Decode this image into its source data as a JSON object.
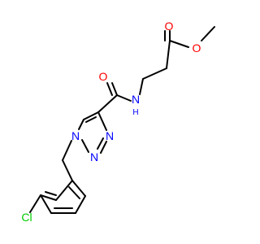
{
  "molecule": {
    "atoms": {
      "carbonyl_o_ester": {
        "text": "O",
        "color": "#FF0000"
      },
      "ester_o": {
        "text": "O",
        "color": "#FF0000"
      },
      "amide_o": {
        "text": "O",
        "color": "#FF0000"
      },
      "amide_nh": {
        "text": "N",
        "sub": "H",
        "color": "#0000FF"
      },
      "triazole_n1": {
        "text": "N",
        "color": "#0000FF"
      },
      "triazole_n2": {
        "text": "N",
        "color": "#0000FF"
      },
      "triazole_n3": {
        "text": "N",
        "color": "#0000FF"
      },
      "chlorine": {
        "text": "Cl",
        "color": "#00CC00"
      }
    }
  }
}
